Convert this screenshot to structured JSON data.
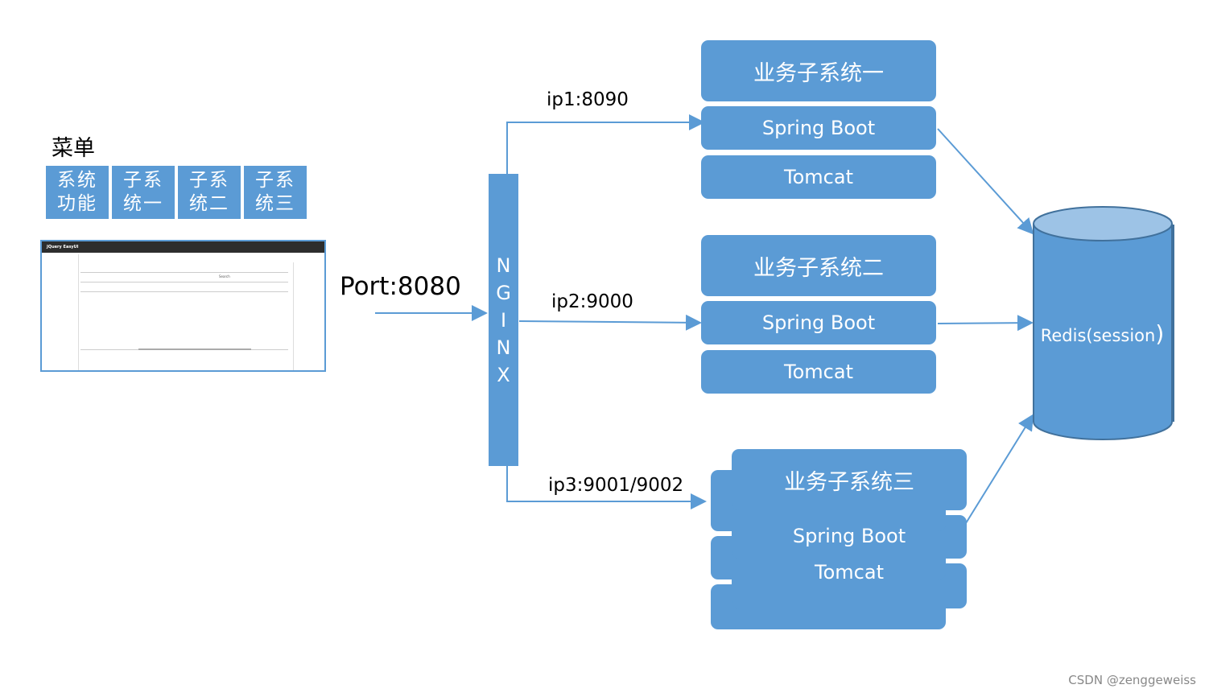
{
  "menu": {
    "title": "菜单",
    "items": [
      "系统\n功能",
      "子系\n统一",
      "子系\n统二",
      "子系\n统三"
    ]
  },
  "port_label": "Port:8080",
  "nginx": [
    "N",
    "G",
    "I",
    "N",
    "X"
  ],
  "routes": {
    "r1": "ip1:8090",
    "r2": "ip2:9000",
    "r3": "ip3:9001/9002"
  },
  "subsystems": [
    {
      "title": "业务子系统一",
      "framework": "Spring Boot",
      "server": "Tomcat"
    },
    {
      "title": "业务子系统二",
      "framework": "Spring Boot",
      "server": "Tomcat"
    },
    {
      "title": "业务子系统三",
      "framework": "Spring Boot",
      "server": "Tomcat"
    }
  ],
  "redis": {
    "label": "Redis(session",
    "paren": ")"
  },
  "mini_screen": {
    "brand": "JQuery EasyUI",
    "search_btn": "Search"
  },
  "watermark": "CSDN @zenggeweiss",
  "colors": {
    "box": "#5b9bd5",
    "border": "#41719c",
    "wire": "#5b9bd5"
  }
}
